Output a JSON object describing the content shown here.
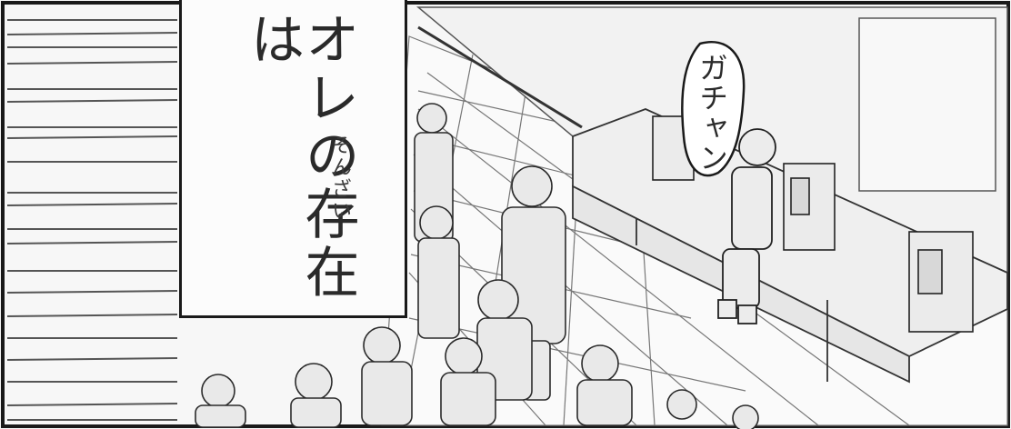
{
  "caption": {
    "main_text": "オレの存在は",
    "ruby_text": "そんざい"
  },
  "sfx": {
    "text": "ガチャン"
  },
  "scene": {
    "description_icons": [
      "speed-lines-icon",
      "payphone-icon",
      "person-icon"
    ]
  },
  "colors": {
    "ink": "#1a1a1a",
    "paper": "#f7f7f7"
  }
}
